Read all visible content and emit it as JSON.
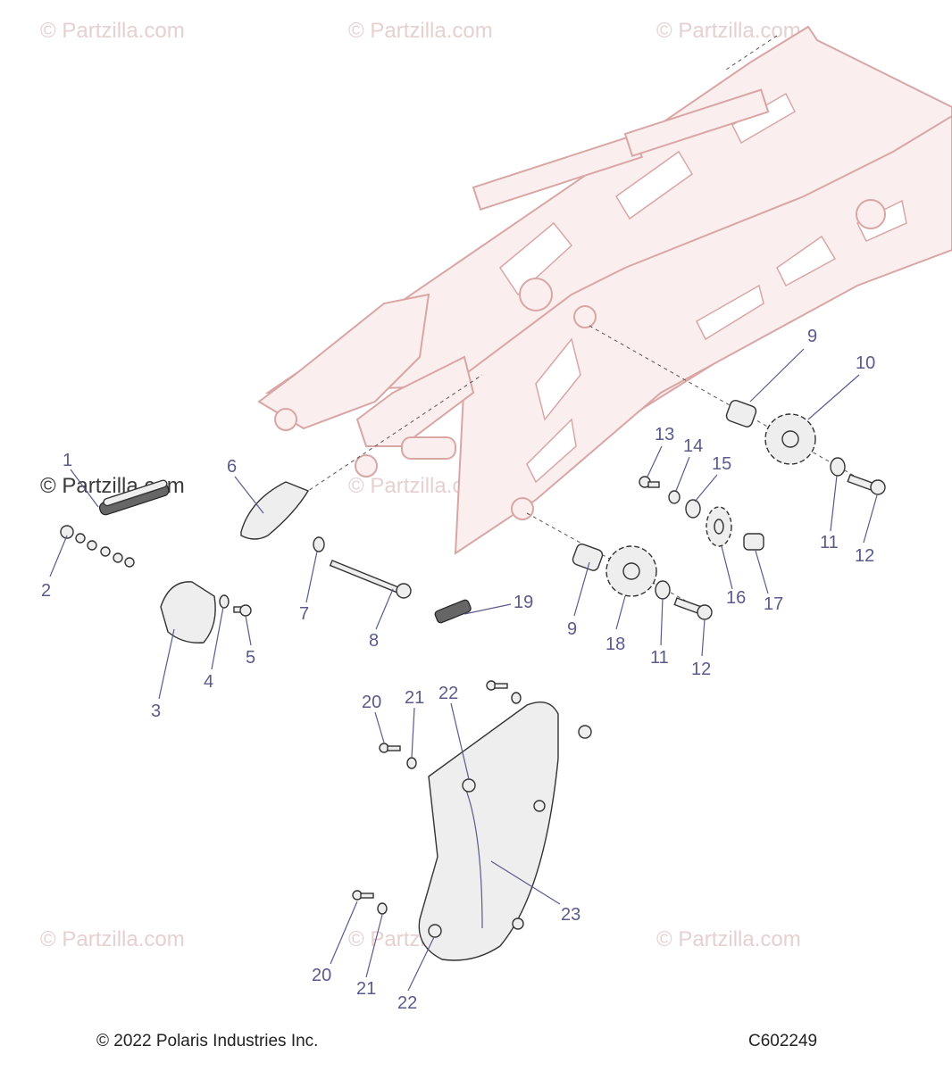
{
  "watermarks": {
    "light": "© Partzilla.com",
    "dark": "© Partzilla.com"
  },
  "callouts": [
    "1",
    "2",
    "3",
    "4",
    "5",
    "6",
    "7",
    "8",
    "9",
    "9",
    "10",
    "11",
    "11",
    "12",
    "12",
    "13",
    "14",
    "15",
    "16",
    "17",
    "18",
    "19",
    "20",
    "20",
    "21",
    "21",
    "22",
    "22",
    "23"
  ],
  "footer": {
    "copyright": "© 2022 Polaris Industries Inc.",
    "diagram_id": "C602249"
  },
  "colors": {
    "frame_outline": "#d9a6a6",
    "frame_fill": "#fbeeee",
    "callout_text": "#5a5a8c",
    "watermark": "#e6d0d0"
  }
}
